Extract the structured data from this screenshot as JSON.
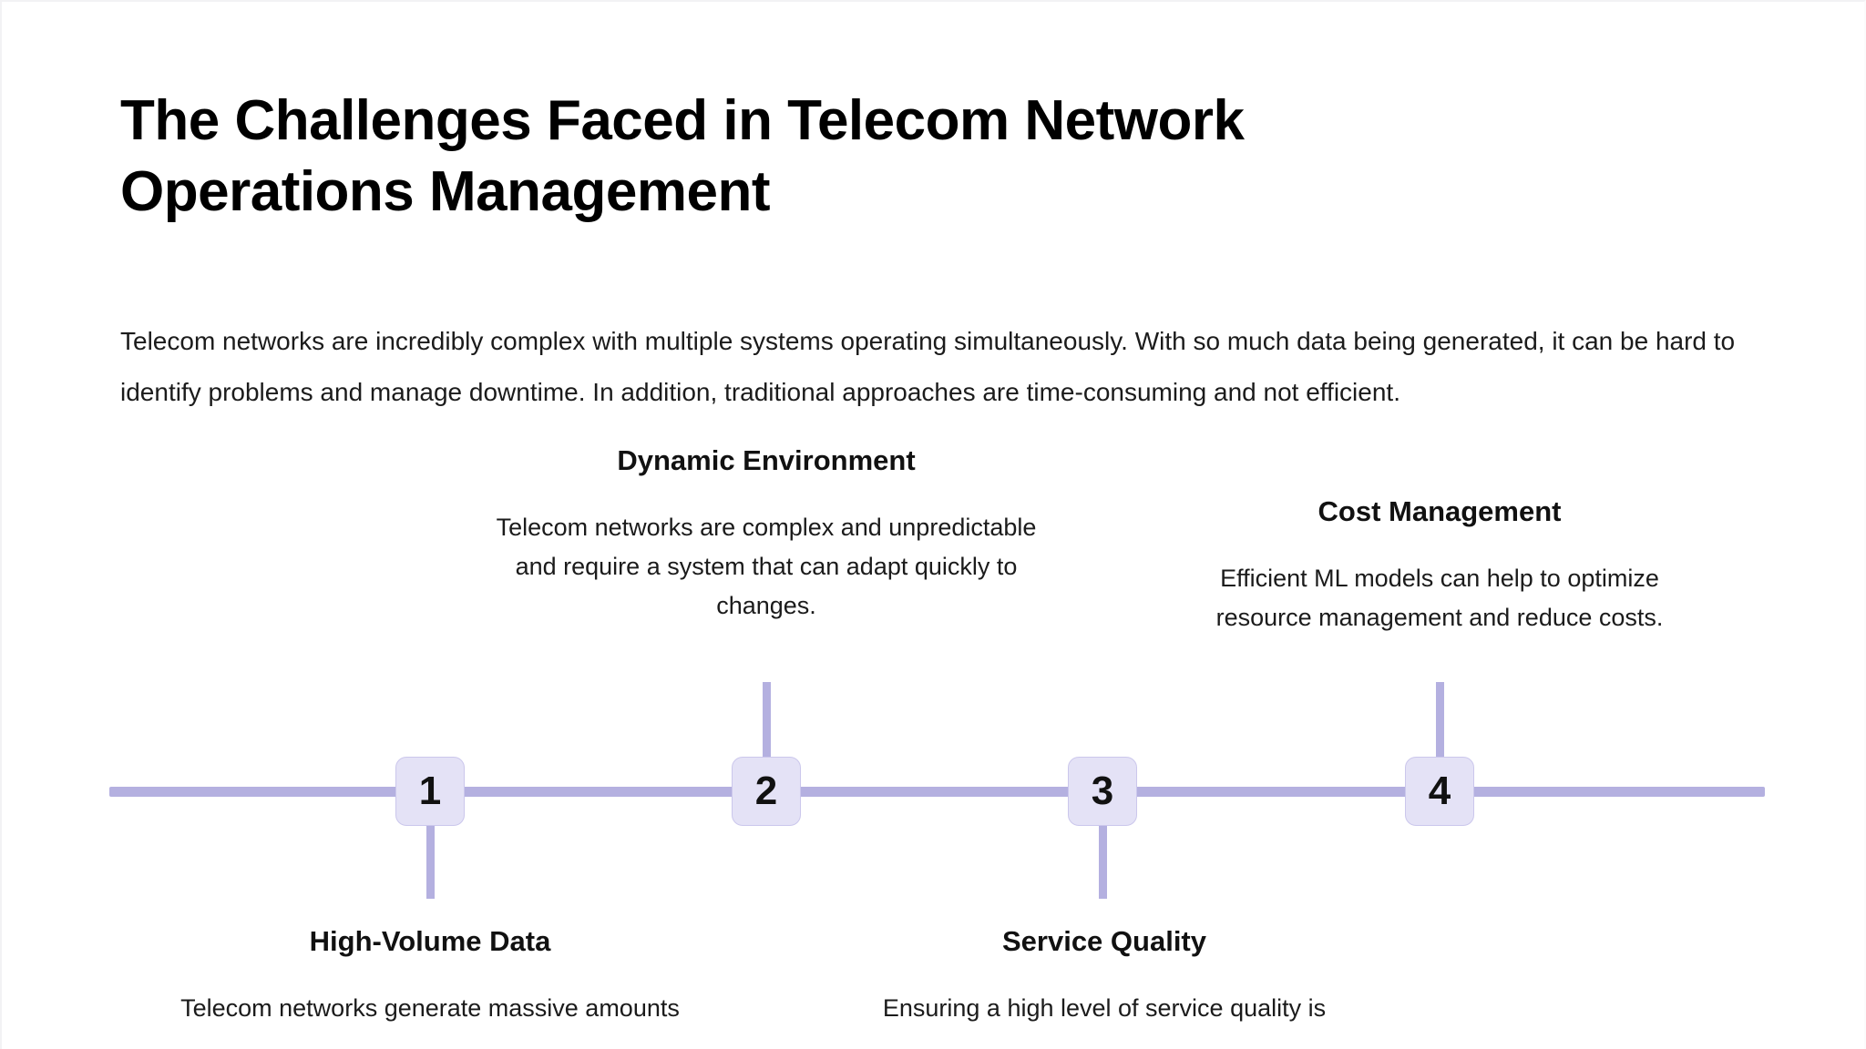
{
  "slide": {
    "title": "The Challenges Faced in Telecom Network Operations Management",
    "intro": "Telecom networks are incredibly complex with multiple systems operating simultaneously. With so much data being generated, it can be hard to identify problems and manage downtime. In addition, traditional approaches are time-consuming and not efficient."
  },
  "colors": {
    "accent_line": "#b4b0e0",
    "marker_fill": "#e4e2f6",
    "marker_border": "#cbc7ec",
    "text": "#111111",
    "background": "#ffffff"
  },
  "timeline": {
    "markers": [
      {
        "number": "1",
        "position": "below"
      },
      {
        "number": "2",
        "position": "above"
      },
      {
        "number": "3",
        "position": "below"
      },
      {
        "number": "4",
        "position": "above"
      }
    ],
    "items": [
      {
        "number": "1",
        "title": "High-Volume Data",
        "body": "Telecom networks generate massive amounts"
      },
      {
        "number": "2",
        "title": "Dynamic Environment",
        "body": "Telecom networks are complex and unpredictable and require a system that can adapt quickly to changes."
      },
      {
        "number": "3",
        "title": "Service Quality",
        "body": "Ensuring a high level of service quality is"
      },
      {
        "number": "4",
        "title": "Cost Management",
        "body": "Efficient ML models can help to optimize resource management and reduce costs."
      }
    ]
  }
}
